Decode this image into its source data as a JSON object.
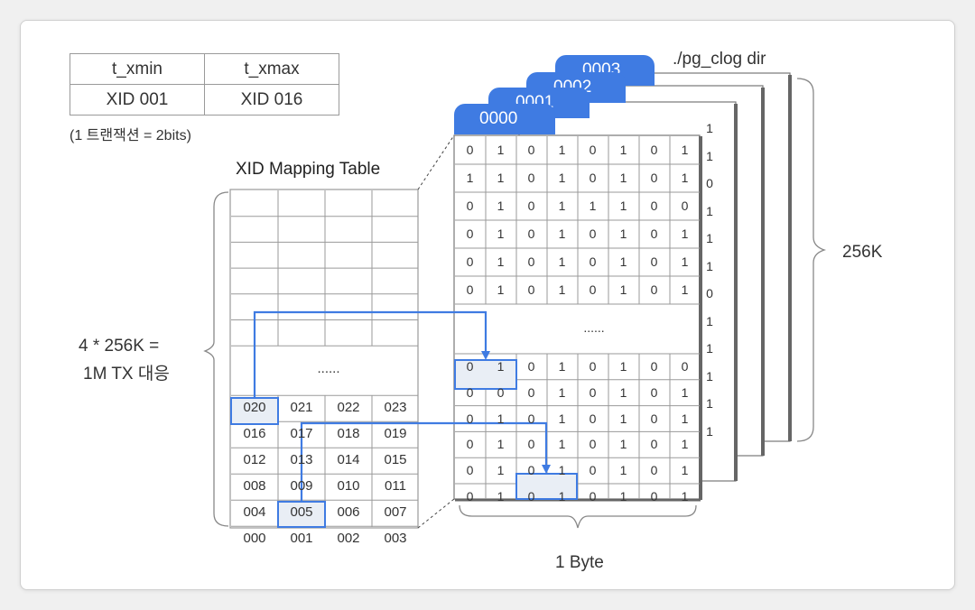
{
  "xid_table": {
    "headers": [
      "t_xmin",
      "t_xmax"
    ],
    "values": [
      "XID 001",
      "XID 016"
    ]
  },
  "note": "(1 트랜잭션 = 2bits)",
  "mapping_title": "XID Mapping Table",
  "mapping_left_label_line1": "4 * 256K =",
  "mapping_left_label_line2": "1M TX 대응",
  "mapping_ellipsis": "......",
  "mapping_rows": [
    [
      "020",
      "021",
      "022",
      "023"
    ],
    [
      "016",
      "017",
      "018",
      "019"
    ],
    [
      "012",
      "013",
      "014",
      "015"
    ],
    [
      "008",
      "009",
      "010",
      "011"
    ],
    [
      "004",
      "005",
      "006",
      "007"
    ],
    [
      "000",
      "001",
      "002",
      "003"
    ]
  ],
  "page_tabs": [
    "0003",
    "0002",
    "0001",
    "0000"
  ],
  "clog_dir_label": "./pg_clog dir",
  "page_size_label": "256K",
  "byte_label": "1 Byte",
  "page_ellipsis": "......",
  "bits_top": [
    [
      "0",
      "1",
      "0",
      "1",
      "0",
      "1",
      "0",
      "1"
    ],
    [
      "1",
      "1",
      "0",
      "1",
      "0",
      "1",
      "0",
      "1"
    ],
    [
      "0",
      "1",
      "0",
      "1",
      "1",
      "1",
      "0",
      "0"
    ],
    [
      "0",
      "1",
      "0",
      "1",
      "0",
      "1",
      "0",
      "1"
    ],
    [
      "0",
      "1",
      "0",
      "1",
      "0",
      "1",
      "0",
      "1"
    ],
    [
      "0",
      "1",
      "0",
      "1",
      "0",
      "1",
      "0",
      "1"
    ]
  ],
  "bits_bottom": [
    [
      "0",
      "1",
      "0",
      "1",
      "0",
      "1",
      "0",
      "0"
    ],
    [
      "0",
      "0",
      "0",
      "1",
      "0",
      "1",
      "0",
      "1"
    ],
    [
      "0",
      "1",
      "0",
      "1",
      "0",
      "1",
      "0",
      "1"
    ],
    [
      "0",
      "1",
      "0",
      "1",
      "0",
      "1",
      "0",
      "1"
    ],
    [
      "0",
      "1",
      "0",
      "1",
      "0",
      "1",
      "0",
      "1"
    ],
    [
      "0",
      "1",
      "0",
      "1",
      "0",
      "1",
      "0",
      "1"
    ]
  ],
  "back_page_bits": [
    "1",
    "1",
    "0",
    "1",
    "1",
    "1",
    "0",
    "1",
    "1",
    "1",
    "1",
    "1"
  ],
  "colors": {
    "accent": "#3f7be2",
    "highlight": "#e9eef5",
    "grid": "#9a9a9a"
  }
}
